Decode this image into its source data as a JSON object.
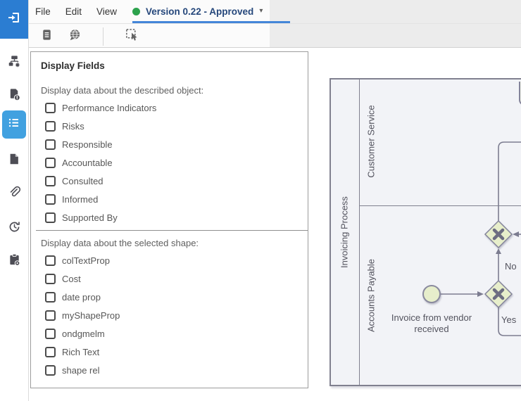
{
  "header": {
    "menu": [
      "File",
      "Edit",
      "View"
    ],
    "version": {
      "label": "Version 0.22 - Approved",
      "caret": "▾",
      "status_dot_color": "#2ca24c",
      "text_color": "#25477b",
      "underline_color": "#4486d8"
    }
  },
  "toolbar": {
    "icons": [
      "document-icon",
      "language-comment-icon",
      "marquee-select-icon"
    ]
  },
  "sidebar": {
    "items": [
      {
        "icon": "process-hierarchy-icon",
        "active": false
      },
      {
        "icon": "document-info-icon",
        "active": false
      },
      {
        "icon": "display-fields-list-icon",
        "active": true
      },
      {
        "icon": "file-icon",
        "active": false
      },
      {
        "icon": "attachment-icon",
        "active": false
      },
      {
        "icon": "history-icon",
        "active": false
      },
      {
        "icon": "clipboard-settings-icon",
        "active": false
      }
    ],
    "active_color": "#41a1e0",
    "brand_color": "#2b7dd2"
  },
  "panel": {
    "title": "Display Fields",
    "sections": [
      {
        "label": "Display data about the described object:",
        "items": [
          {
            "label": "Performance Indicators",
            "checked": false
          },
          {
            "label": "Risks",
            "checked": false
          },
          {
            "label": "Responsible",
            "checked": false
          },
          {
            "label": "Accountable",
            "checked": false
          },
          {
            "label": "Consulted",
            "checked": false
          },
          {
            "label": "Informed",
            "checked": false
          },
          {
            "label": "Supported By",
            "checked": false
          }
        ]
      },
      {
        "label": "Display data about the selected shape:",
        "items": [
          {
            "label": "colTextProp",
            "checked": false
          },
          {
            "label": "Cost",
            "checked": false
          },
          {
            "label": "date prop",
            "checked": false
          },
          {
            "label": "myShapeProp",
            "checked": false
          },
          {
            "label": "ondgmelm",
            "checked": false
          },
          {
            "label": "Rich Text",
            "checked": false
          },
          {
            "label": "shape rel",
            "checked": false
          }
        ]
      }
    ]
  },
  "diagram": {
    "pool_label": "Invoicing Process",
    "lanes": [
      "Customer Service",
      "Accounts Payable"
    ],
    "start_event_label": "Invoice from vendor received",
    "flow_labels": {
      "no": "No",
      "yes": "Yes"
    },
    "colors": {
      "shape_fill": "#e7eecb",
      "shape_stroke": "#83839a",
      "pool_fill": "#f2f3f7",
      "pool_border": "#80808f",
      "connector": "#7c7c90"
    }
  }
}
